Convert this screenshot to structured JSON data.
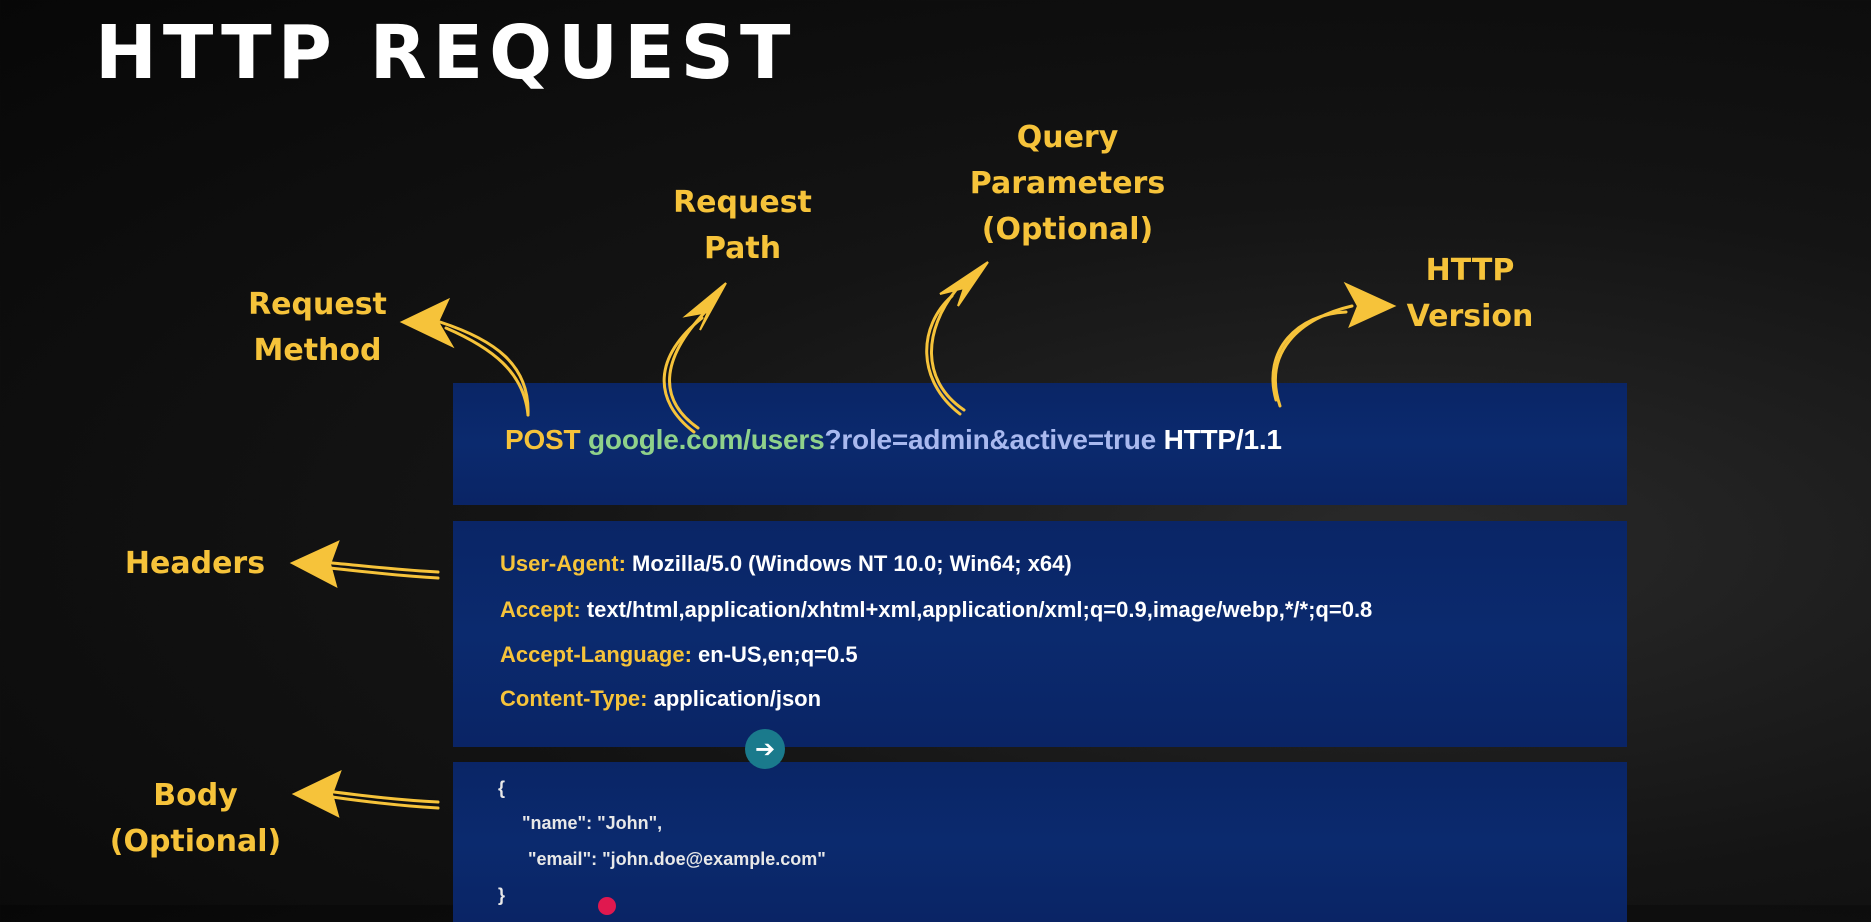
{
  "title": "HTTP REQUEST",
  "labels": {
    "request_method": [
      "Request",
      "Method"
    ],
    "request_path": [
      "Request",
      "Path"
    ],
    "query_parameters": [
      "Query",
      "Parameters",
      "(Optional)"
    ],
    "http_version": [
      "HTTP",
      "Version"
    ],
    "headers": [
      "Headers"
    ],
    "body": [
      "Body",
      "(Optional)"
    ]
  },
  "request_line": {
    "method": "POST",
    "path": "google.com/users",
    "query": "?role=admin&active=true",
    "version": "HTTP/1.1"
  },
  "headers": [
    {
      "key": "User-Agent:",
      "value": "Mozilla/5.0 (Windows NT 10.0; Win64; x64)"
    },
    {
      "key": "Accept:",
      "value": "text/html,application/xhtml+xml,application/xml;q=0.9,image/webp,*/*;q=0.8"
    },
    {
      "key": "Accept-Language:",
      "value": "en-US,en;q=0.5"
    },
    {
      "key": "Content-Type:",
      "value": "application/json"
    }
  ],
  "body_lines": [
    "{",
    "\"name\": \"John\",",
    "\"email\": \"john.doe@example.com\"",
    "}"
  ],
  "colors": {
    "accent": "#f6c33a",
    "panel": "#0b2a6e",
    "path": "#8fd18a",
    "query": "#a9b9ef",
    "nav_dot": "#1a7a8c"
  },
  "icons": {
    "nav": "arrow-right-circle-icon"
  }
}
